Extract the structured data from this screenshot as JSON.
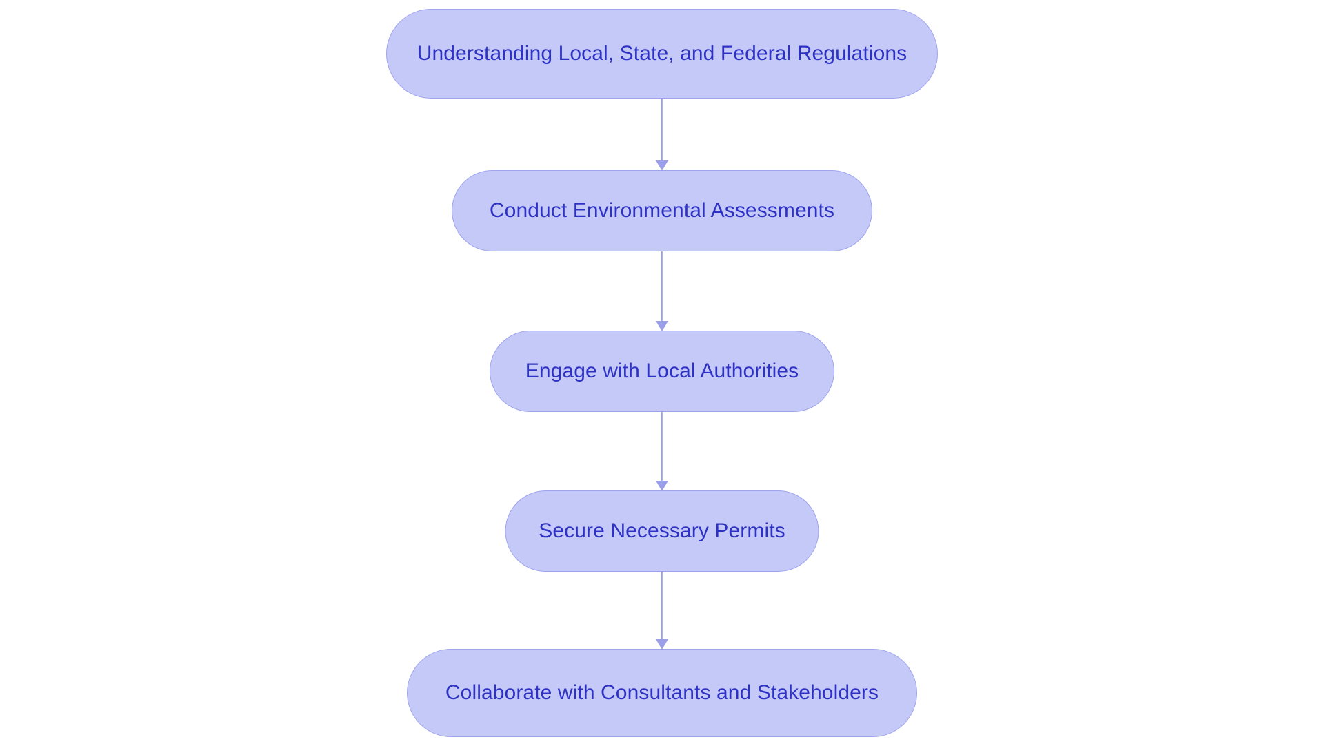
{
  "diagram": {
    "type": "flowchart",
    "orientation": "vertical-top-to-bottom",
    "background_color": "#ffffff",
    "node_fill_color": "#c5c9f7",
    "node_border_color": "#9fa4ee",
    "node_text_color": "#2e32c4",
    "connector_color": "#9b9fe8",
    "node_shape": "stadium",
    "nodes": [
      {
        "id": "node-1",
        "label": "Understanding Local, State, and Federal Regulations",
        "order": 1
      },
      {
        "id": "node-2",
        "label": "Conduct Environmental Assessments",
        "order": 2
      },
      {
        "id": "node-3",
        "label": "Engage with Local Authorities",
        "order": 3
      },
      {
        "id": "node-4",
        "label": "Secure Necessary Permits",
        "order": 4
      },
      {
        "id": "node-5",
        "label": "Collaborate with Consultants and Stakeholders",
        "order": 5
      }
    ],
    "edges": [
      {
        "id": "edge-1",
        "from": "node-1",
        "to": "node-2",
        "label": "",
        "arrow": "arrow-down-icon"
      },
      {
        "id": "edge-2",
        "from": "node-2",
        "to": "node-3",
        "label": "",
        "arrow": "arrow-down-icon"
      },
      {
        "id": "edge-3",
        "from": "node-3",
        "to": "node-4",
        "label": "",
        "arrow": "arrow-down-icon"
      },
      {
        "id": "edge-4",
        "from": "node-4",
        "to": "node-5",
        "label": "",
        "arrow": "arrow-down-icon"
      }
    ]
  }
}
